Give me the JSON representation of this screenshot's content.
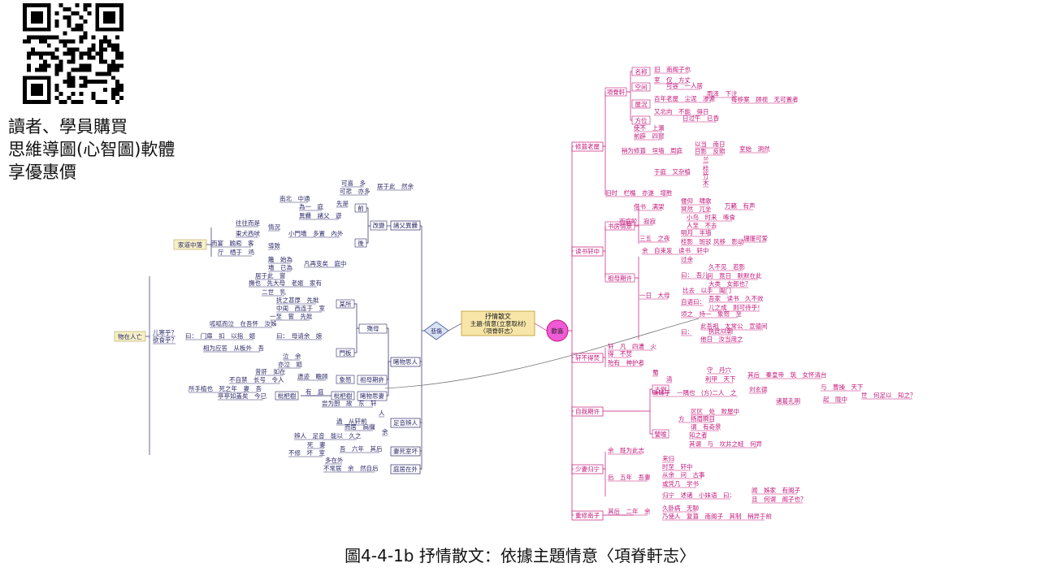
{
  "promo": {
    "line1": "讀者、學員購買",
    "line2": "思維導圖(心智圖)軟體",
    "line3": "享優惠價"
  },
  "caption": "圖4-4-1b 抒情散文：依據主題情意〈項脊軒志〉",
  "center": {
    "line1": "抒情散文",
    "line2": "主題-情意(立意取材)",
    "line3": "〈項脊軒志〉"
  },
  "sorrow": "悲傷",
  "joy": "歡喜",
  "left": {
    "branches": [
      {
        "label": "諸父異爨"
      },
      {
        "label": "睹物思人"
      },
      {
        "label": "足音辨人"
      },
      {
        "label": "妻死室坏"
      },
      {
        "label": "庭居在外"
      }
    ],
    "sub": {
      "change": "改變",
      "front": "前",
      "back": "後",
      "family": "家道中落",
      "mother": "殤母",
      "door_room": "某所",
      "door_plate": "門板",
      "grand": "祖母期許",
      "xiangfu": "象笏",
      "tree": "枇杷樹",
      "tree_sorrow": "睹物思妻",
      "wife": "物在人亡"
    },
    "leaves": [
      "可喜　多",
      "可悲　亦多",
      "居于此　然余",
      "南北　中通",
      "為一　庭",
      "先是",
      "異爨　諸父　遊",
      "往往而是",
      "情況",
      "東犬西吠",
      "小門墻　多置　內外",
      "而宴　踰庖　客",
      "導致",
      "厅　栖于　鸡",
      "籬　始為",
      "墻　已為",
      "凡再变矣　庭中",
      "居于此　嘗",
      "撫也　先大母　老嫗　家有",
      "二世　乳",
      "抚之甚厚　先妣",
      "中闺　西连于　室",
      "一至　嘗　先妣",
      "呱呱而泣　在吾怀　汝姊",
      "儿寒乎？",
      "欲食乎？",
      "曰：　门扉　扣　以指　嫗",
      "曰：　母请余　娘",
      "相为应答　从板外　吾",
      "泣　余",
      "亦泣　嫗",
      "昔肝　如在",
      "不自禁　长号　令人",
      "遗迹　瞻顾",
      "所手植也　死之年　妻　吾",
      "亭亭如盖矣　今已",
      "有　庭",
      "尝为厨　故　东　轩",
      "過　从轩前",
      "而居　扃牖",
      "人",
      "余",
      "辨人　足音　能以　久之",
      "死　妻",
      "不修　坏　室",
      "吾　六年　其后",
      "多在外",
      "不常居　余　然自后"
    ]
  },
  "right": {
    "branches": [
      {
        "label": "修葺老屋"
      },
      {
        "label": "读书轩中"
      },
      {
        "label": "轩不得焚"
      },
      {
        "label": "自我期许"
      },
      {
        "label": "少妻归宁"
      },
      {
        "label": "重修南子"
      }
    ],
    "sub": {
      "xiangji": "項脊軒",
      "name": "名称",
      "space": "空间",
      "situation": "屋況",
      "direction": "方位",
      "yu": "余",
      "books": "书房情景",
      "family_expect": "祖母期许",
      "self_expect": "項脊生　曰：",
      "ancient": "古例",
      "compare": "譬喻"
    },
    "leaves": [
      "旧　南阁子也",
      "室　仅　方丈",
      "可容　一人居",
      "百年老屋　尘泥　渗漉",
      "雨泽　下注",
      "每移案　顾视　无可置者",
      "又北向　不能　得日",
      "日过午　已昏",
      "使不　上漏",
      "前辟　四窗",
      "稍为修葺　垣墙　周庭",
      "以当　南日",
      "日影　反照",
      "室始　洞然",
      "于庭　又杂植",
      "兰",
      "桂",
      "竹",
      "木",
      "旧时　栏楯　亦遂　增胜",
      "借书　满架",
      "偃仰　啸歌",
      "冥然　兀坐",
      "万籁　有声",
      "而庭阶　寂寂",
      "小鸟　时来　啄食",
      "人至　不去",
      "三五　之夜",
      "明月　半墙",
      "桂影　斑驳",
      "风移　影动",
      "珊珊可爱",
      "余　自束发　读书　轩中",
      "过余",
      "曰：　吾儿",
      "久不见　若影",
      "何　竟日　默默在此",
      "大类　女郎也？",
      "一日　大母",
      "比去　以手　阖门",
      "自语曰：",
      "吾家　读书　久不效",
      "儿之成　则可待乎！",
      "顷之　持一　象笏　至",
      "曰：",
      "此吾祖　太常公　宣德间",
      "执此以朝",
      "他日　汝当用之",
      "轩　凡　四遭　火",
      "得　不焚",
      "殆有　神护者",
      "蜀",
      "清",
      "守　丹穴",
      "利甲　天下",
      "其后　秦皇帝　筑　女怀清台",
      "昧昧于　一隅也　(方)二人　之",
      "刘玄德",
      "诸葛孔明",
      "与　曹操　天下",
      "起　陇中",
      "世　何足以　知之？",
      "区区　处　败屋中",
      "方　扬眉瞬目",
      "谓　有奇景",
      "知之者",
      "其谓　与　坎井之蛙　何异",
      "余　既为此志",
      "后　五年　吾妻",
      "来归",
      "时至　轩中",
      "从余　问　古事",
      "或凭几　学书",
      "归宁　述诸　小妹语　曰：",
      "闻　姊家　有阁子",
      "且　何谓　阁子也？",
      "其后　二年　余",
      "久卧病　无聊",
      "乃使人　复葺　南阁子　其制　稍异于前"
    ]
  },
  "diagram": {
    "theme": "#f7e6a8",
    "link_color": "#c2187a",
    "left_link_color": "#2a2a6a",
    "joy_color": "#ef5ad6"
  }
}
